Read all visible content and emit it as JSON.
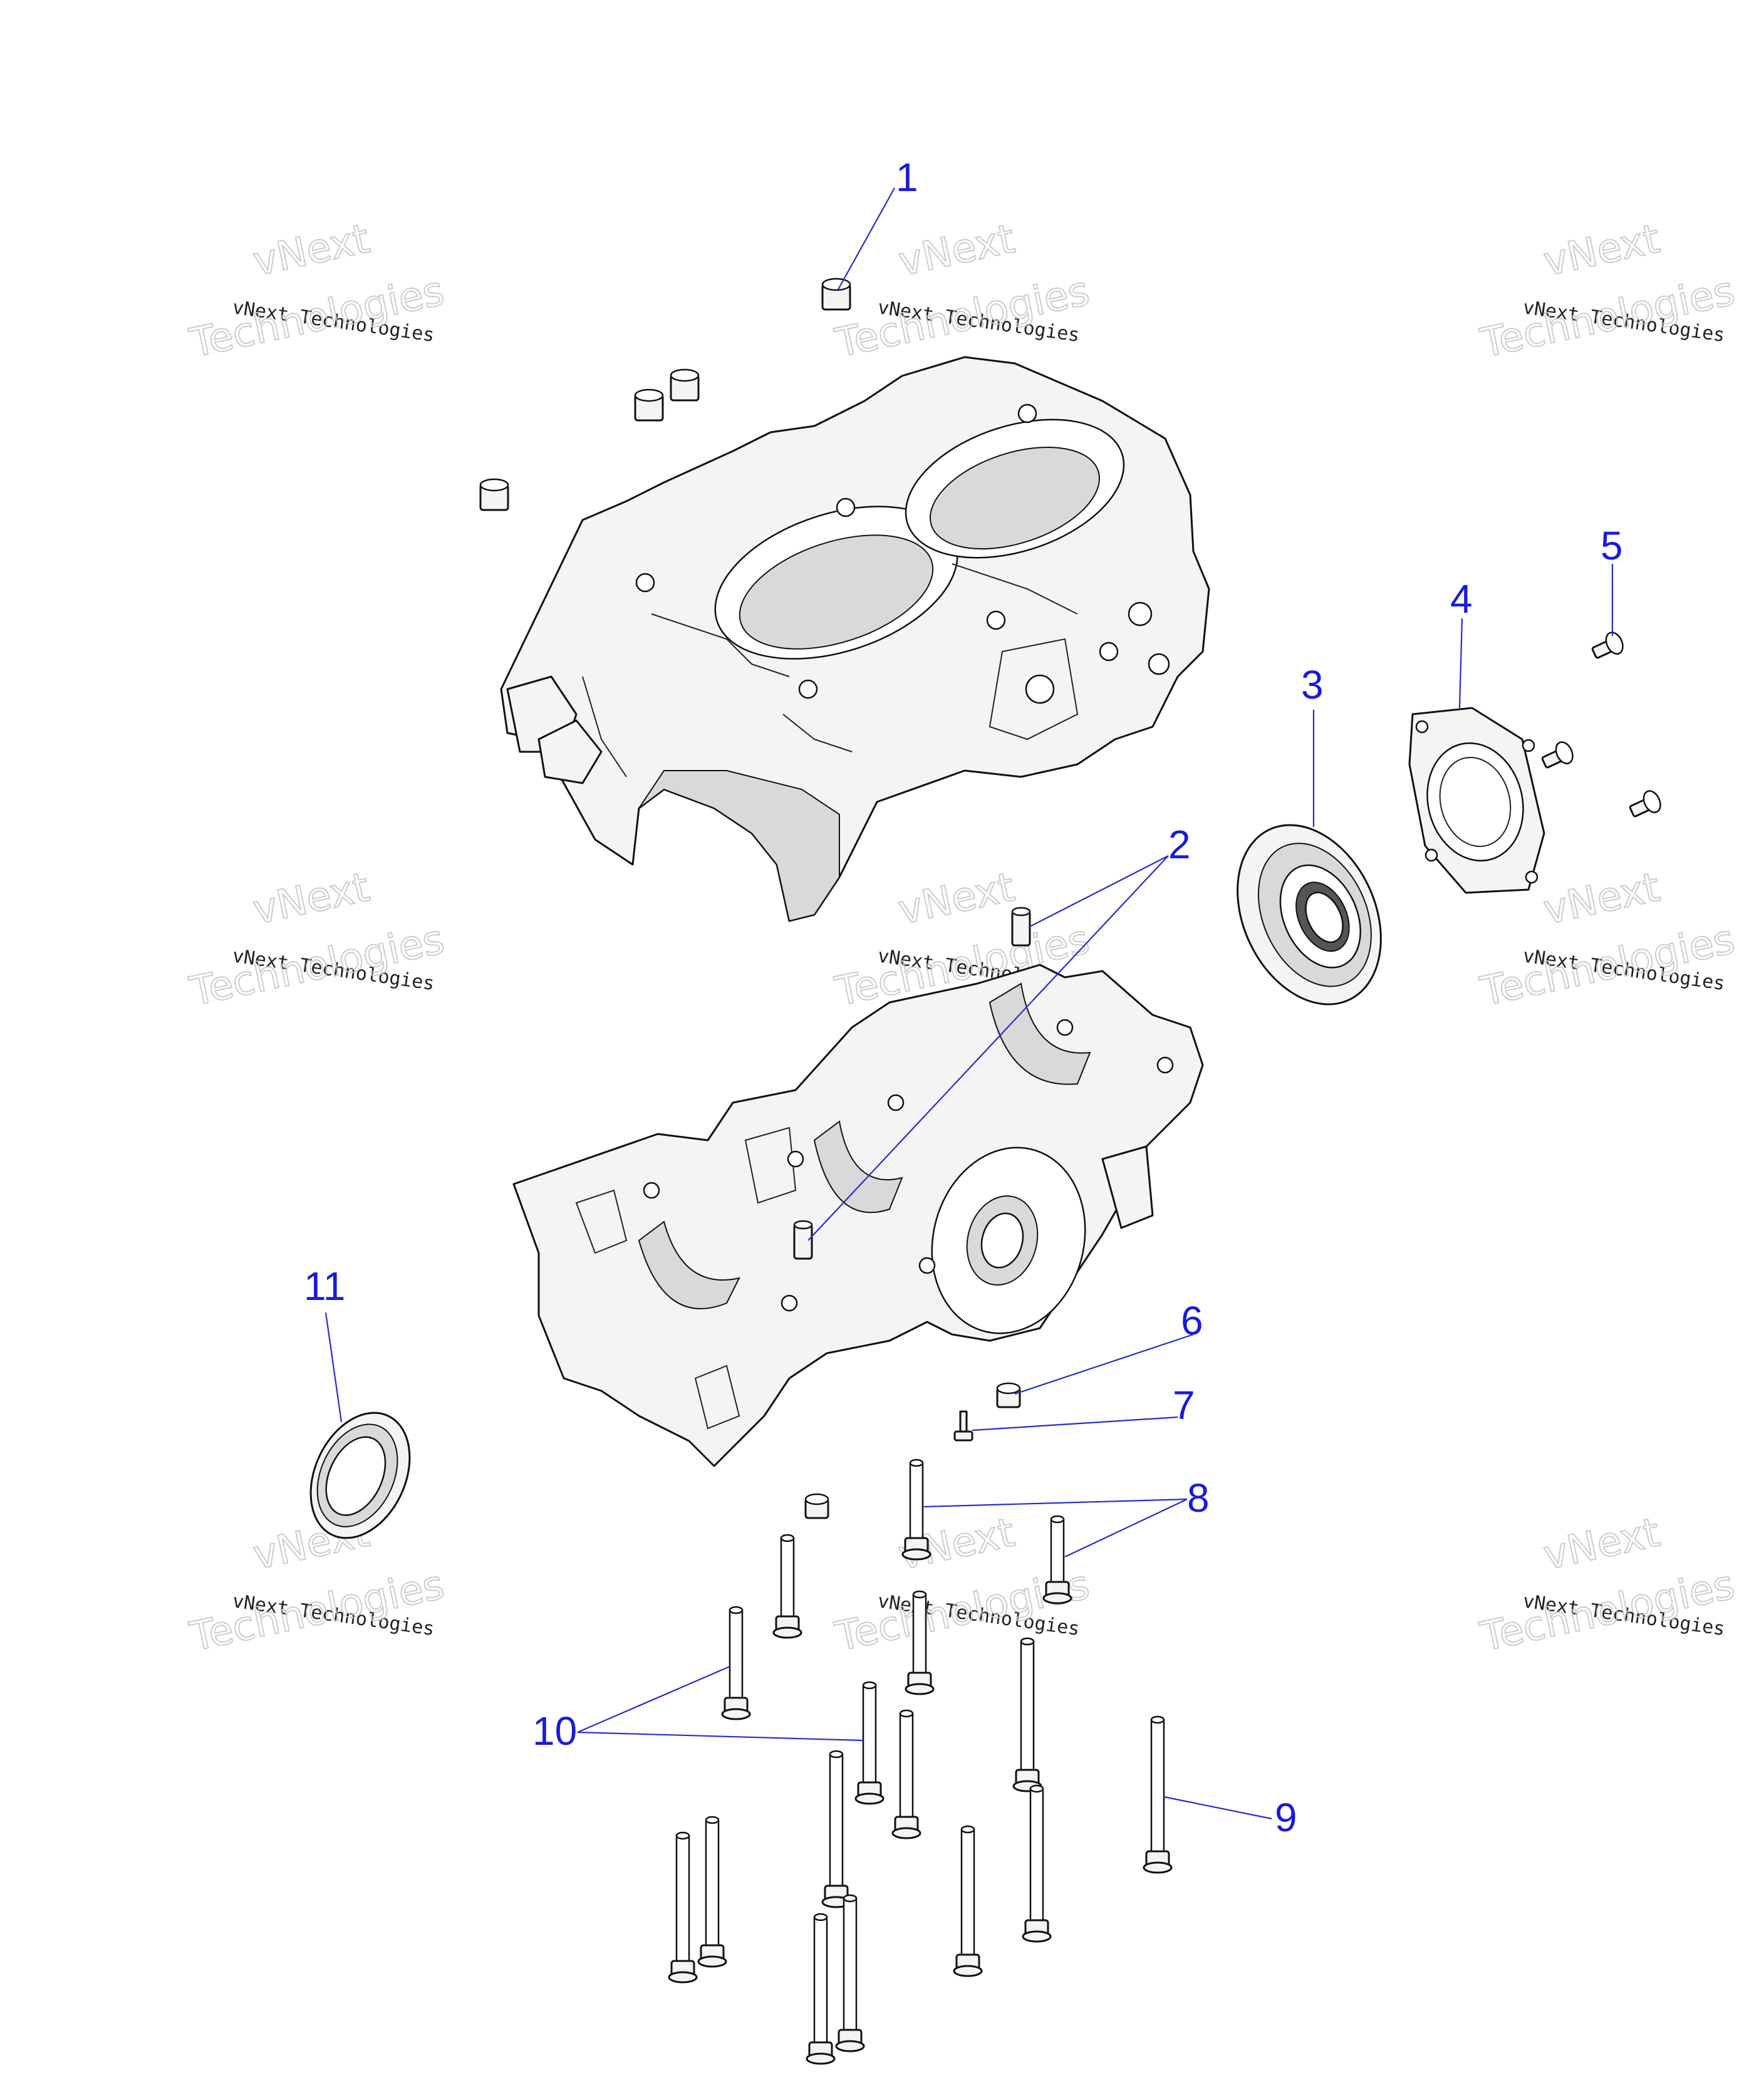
{
  "watermark": {
    "line1": "vNext",
    "line2": "vNext Technologies",
    "line3": "Technologies"
  },
  "callouts": [
    {
      "id": "1",
      "label": "1"
    },
    {
      "id": "2",
      "label": "2"
    },
    {
      "id": "3",
      "label": "3"
    },
    {
      "id": "4",
      "label": "4"
    },
    {
      "id": "5",
      "label": "5"
    },
    {
      "id": "6",
      "label": "6"
    },
    {
      "id": "7",
      "label": "7"
    },
    {
      "id": "8",
      "label": "8"
    },
    {
      "id": "9",
      "label": "9"
    },
    {
      "id": "10",
      "label": "10"
    },
    {
      "id": "11",
      "label": "11"
    }
  ],
  "colors": {
    "callout": "#1a1adb",
    "line_art": "#111111",
    "watermark": "#c8c8c8"
  }
}
